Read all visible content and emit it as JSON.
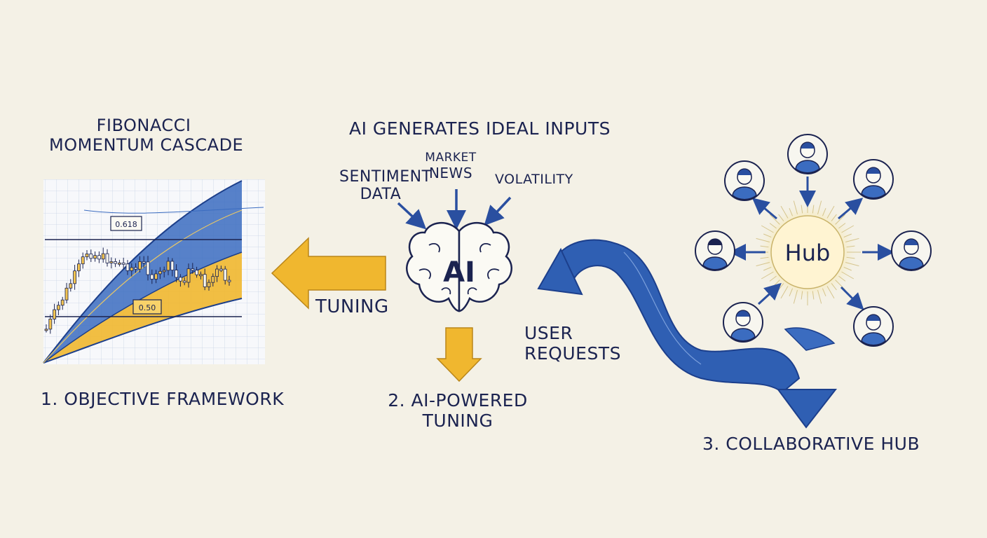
{
  "panel1": {
    "title_line1": "FIBONACCI",
    "title_line2": "MOMENTUM CASCADE",
    "level_upper": "0.618",
    "level_lower": "0.50",
    "caption": "1. OBJECTIVE FRAMEWORK"
  },
  "panel2": {
    "heading": "AI GENERATES IDEAL INPUTS",
    "input_sentiment_line1": "SENTIMENT",
    "input_sentiment_line2": "DATA",
    "input_news_line1": "MARKET",
    "input_news_line2": "NEWS",
    "input_volatility": "VOLATILITY",
    "brain_label": "AI",
    "tuning_arrow_label": "TUNING",
    "caption_line1": "2. AI-POWERED",
    "caption_line2": "TUNING"
  },
  "panel3": {
    "requests_line1": "USER",
    "requests_line2": "REQUESTS",
    "hub_label": "Hub",
    "caption": "3. COLLABORATIVE HUB"
  },
  "colors": {
    "background": "#f4f1e6",
    "ink": "#1b2350",
    "blue": "#2f5fb3",
    "gold": "#f0b72f"
  }
}
